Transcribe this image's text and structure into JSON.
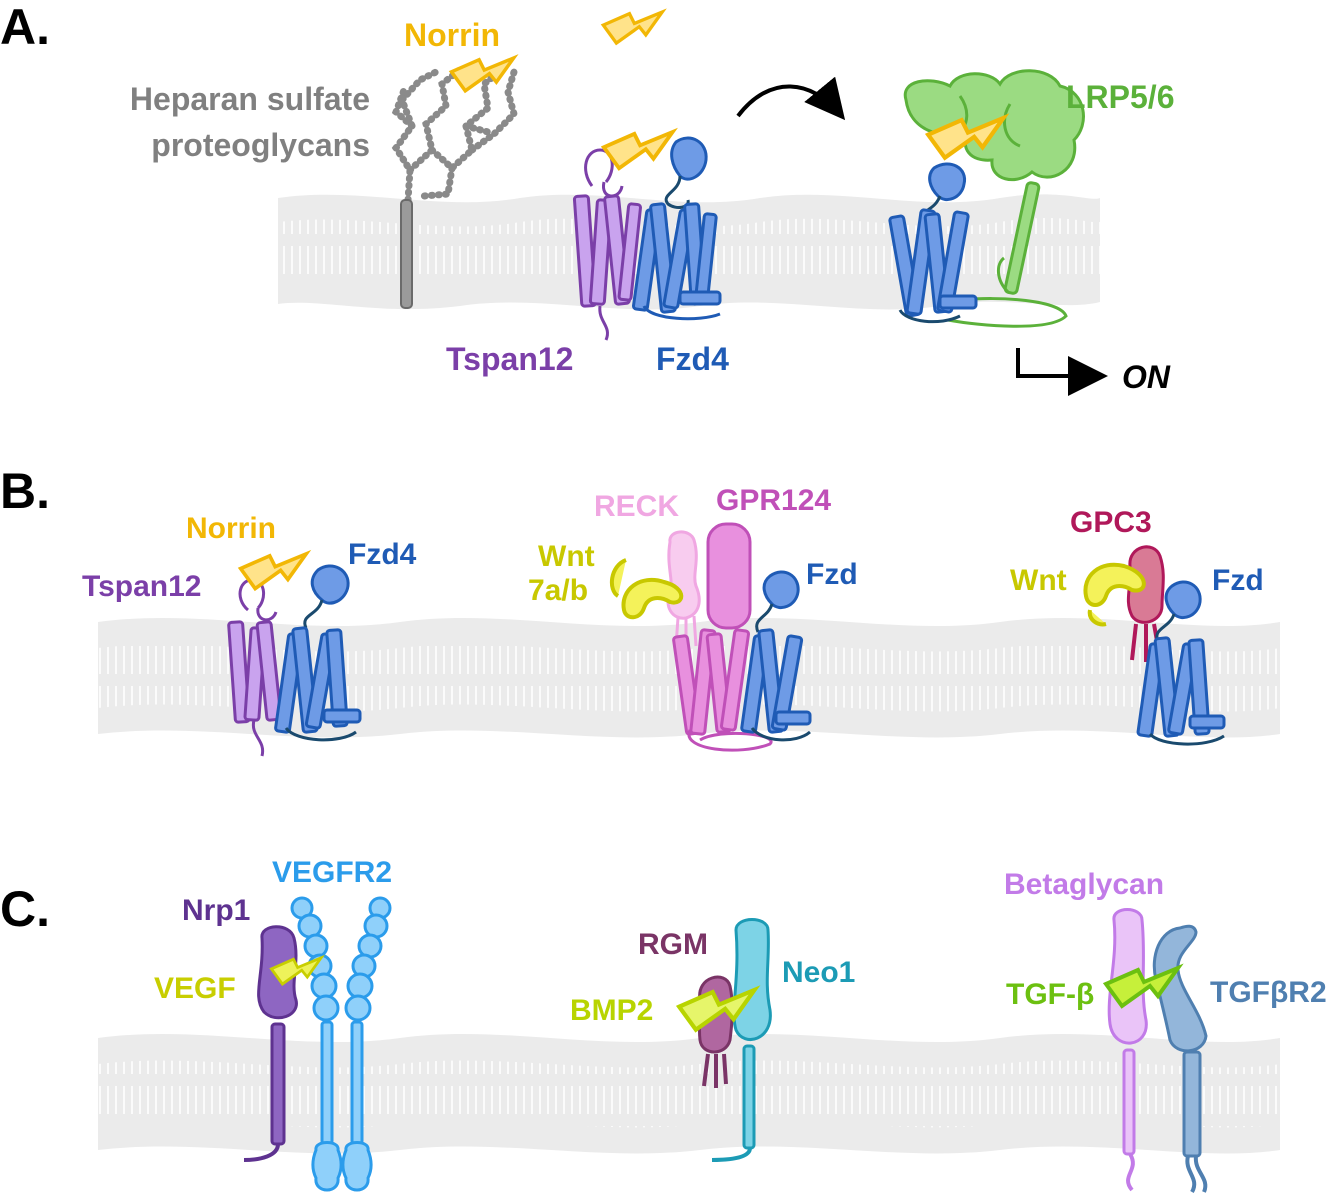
{
  "colors": {
    "norrin": "#F2B705",
    "norrin_fill": "#FFE38A",
    "hspg": "#808080",
    "tspan": "#7B3FA8",
    "tspan_fill": "#C9A3EE",
    "fzd": "#1F5BB5",
    "fzd_fill": "#6E9BE6",
    "fzd_dark": "#1A4A6E",
    "lrp": "#5BB13A",
    "lrp_fill": "#9BDB82",
    "reck": "#F0A7E2",
    "gpr124": "#C050B8",
    "gpr124_fill": "#E890DE",
    "wnt": "#C8C800",
    "wnt_fill": "#F4F25A",
    "gpc3": "#B0185A",
    "gpc3_fill": "#D97A95",
    "nrp1": "#5E3290",
    "nrp1_fill": "#8E66C2",
    "vegfr2": "#2B9CEB",
    "vegfr2_fill": "#8FD0FA",
    "vegf": "#C8CE00",
    "vegf_fill": "#EEF25A",
    "rgm": "#7A3466",
    "rgm_fill": "#B067A0",
    "neo1": "#1C9BB5",
    "neo1_fill": "#7DD3E6",
    "bmp2": "#B8D400",
    "bmp2_fill": "#E6F56A",
    "betaglycan": "#C27BE8",
    "betaglycan_fill": "#EAC4F8",
    "tgfb": "#6CC010",
    "tgfb_fill": "#C6F03A",
    "tgfbr2": "#4F7FB0",
    "tgfbr2_fill": "#93B6DA",
    "membrane": "#EBEBEB"
  },
  "panels": {
    "a": {
      "panel_label": "A.",
      "norrin": "Norrin",
      "hspg_line1": "Heparan sulfate",
      "hspg_line2": "proteoglycans",
      "tspan": "Tspan12",
      "fzd": "Fzd4",
      "lrp": "LRP5/6",
      "on": "ON"
    },
    "b": {
      "panel_label": "B.",
      "norrin": "Norrin",
      "tspan": "Tspan12",
      "fzd4": "Fzd4",
      "reck": "RECK",
      "gpr124": "GPR124",
      "wnt_line1": "Wnt",
      "wnt_line2": "7a/b",
      "fzd_mid": "Fzd",
      "gpc3": "GPC3",
      "wnt_right": "Wnt",
      "fzd_right": "Fzd"
    },
    "c": {
      "panel_label": "C.",
      "vegfr2": "VEGFR2",
      "nrp1": "Nrp1",
      "vegf": "VEGF",
      "rgm": "RGM",
      "neo1": "Neo1",
      "bmp2": "BMP2",
      "betaglycan": "Betaglycan",
      "tgfb": "TGF-β",
      "tgfbr2": "TGFβR2"
    }
  }
}
